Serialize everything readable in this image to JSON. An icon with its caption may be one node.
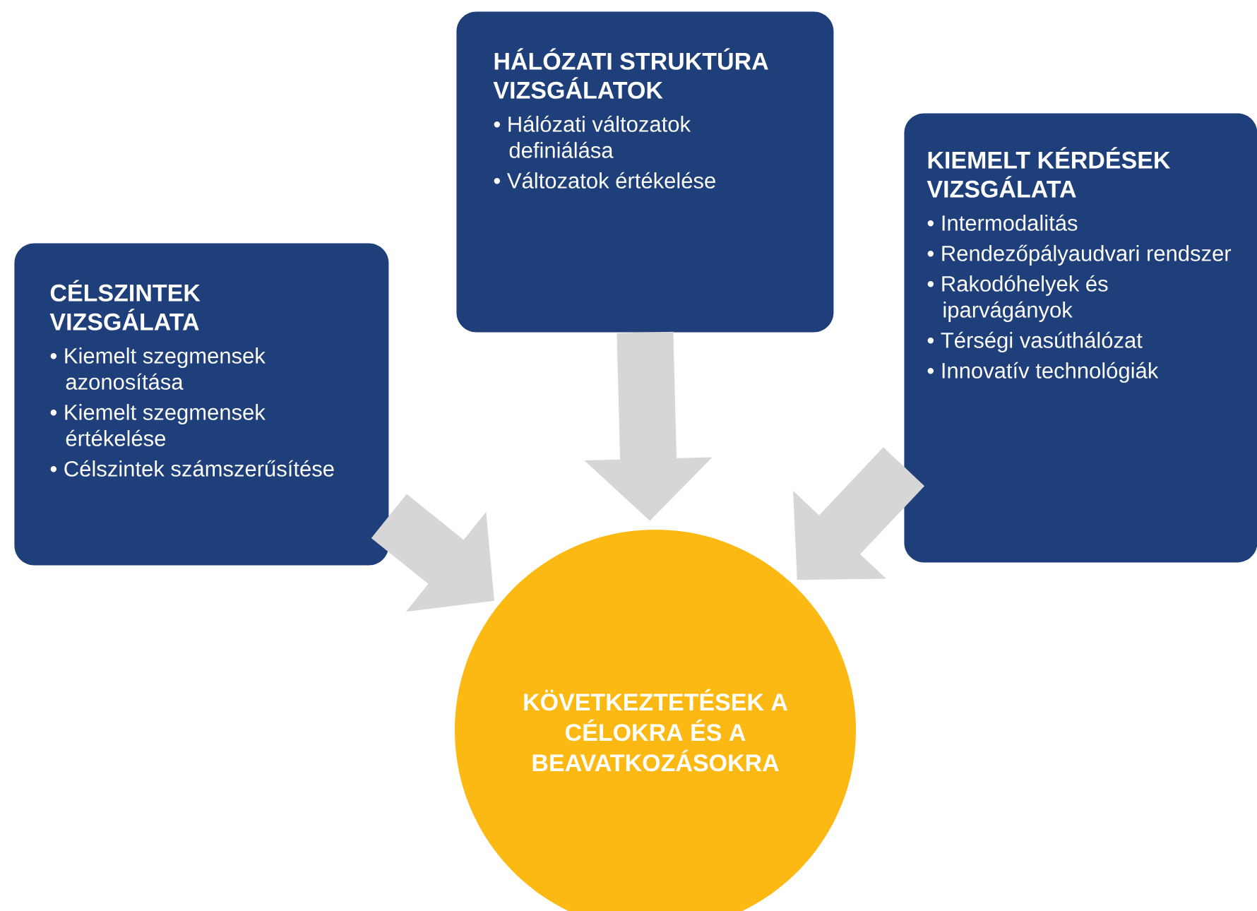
{
  "diagram": {
    "nodes": [
      {
        "text": [
          "CÉLSZINTEK VIZSGÁLATA",
          "• Kiemelt szegmensek azonosítása",
          "• Kiemelt szegmensek értékelése",
          "• Célszintek számszerűsítése"
        ]
      },
      {
        "text": [
          "HÁLÓZATI STRUKTÚRA VIZSGÁLATOK",
          "• Hálózati változatok definiálása",
          "• Változatok értékelése"
        ]
      },
      {
        "text": [
          "KIEMELT KÉRDÉSEK VIZSGÁLATA",
          "• Intermodalitás",
          "• Rendezőpályaudvari rendszer",
          "• Rakodóhelyek és iparvágányok",
          "• Térségi vasúthálózat",
          "• Innovatív technológiák"
        ]
      },
      {
        "text": [
          "KÖVETKEZTETÉSEK A CÉLOKRA ÉS A BEAVATKOZÁSOKRA"
        ]
      }
    ],
    "edges": [
      {
        "from": 0,
        "to": 3,
        "arrow": "to"
      },
      {
        "from": 1,
        "to": 3,
        "arrow": "to"
      },
      {
        "from": 2,
        "to": 3,
        "arrow": "to"
      }
    ]
  }
}
